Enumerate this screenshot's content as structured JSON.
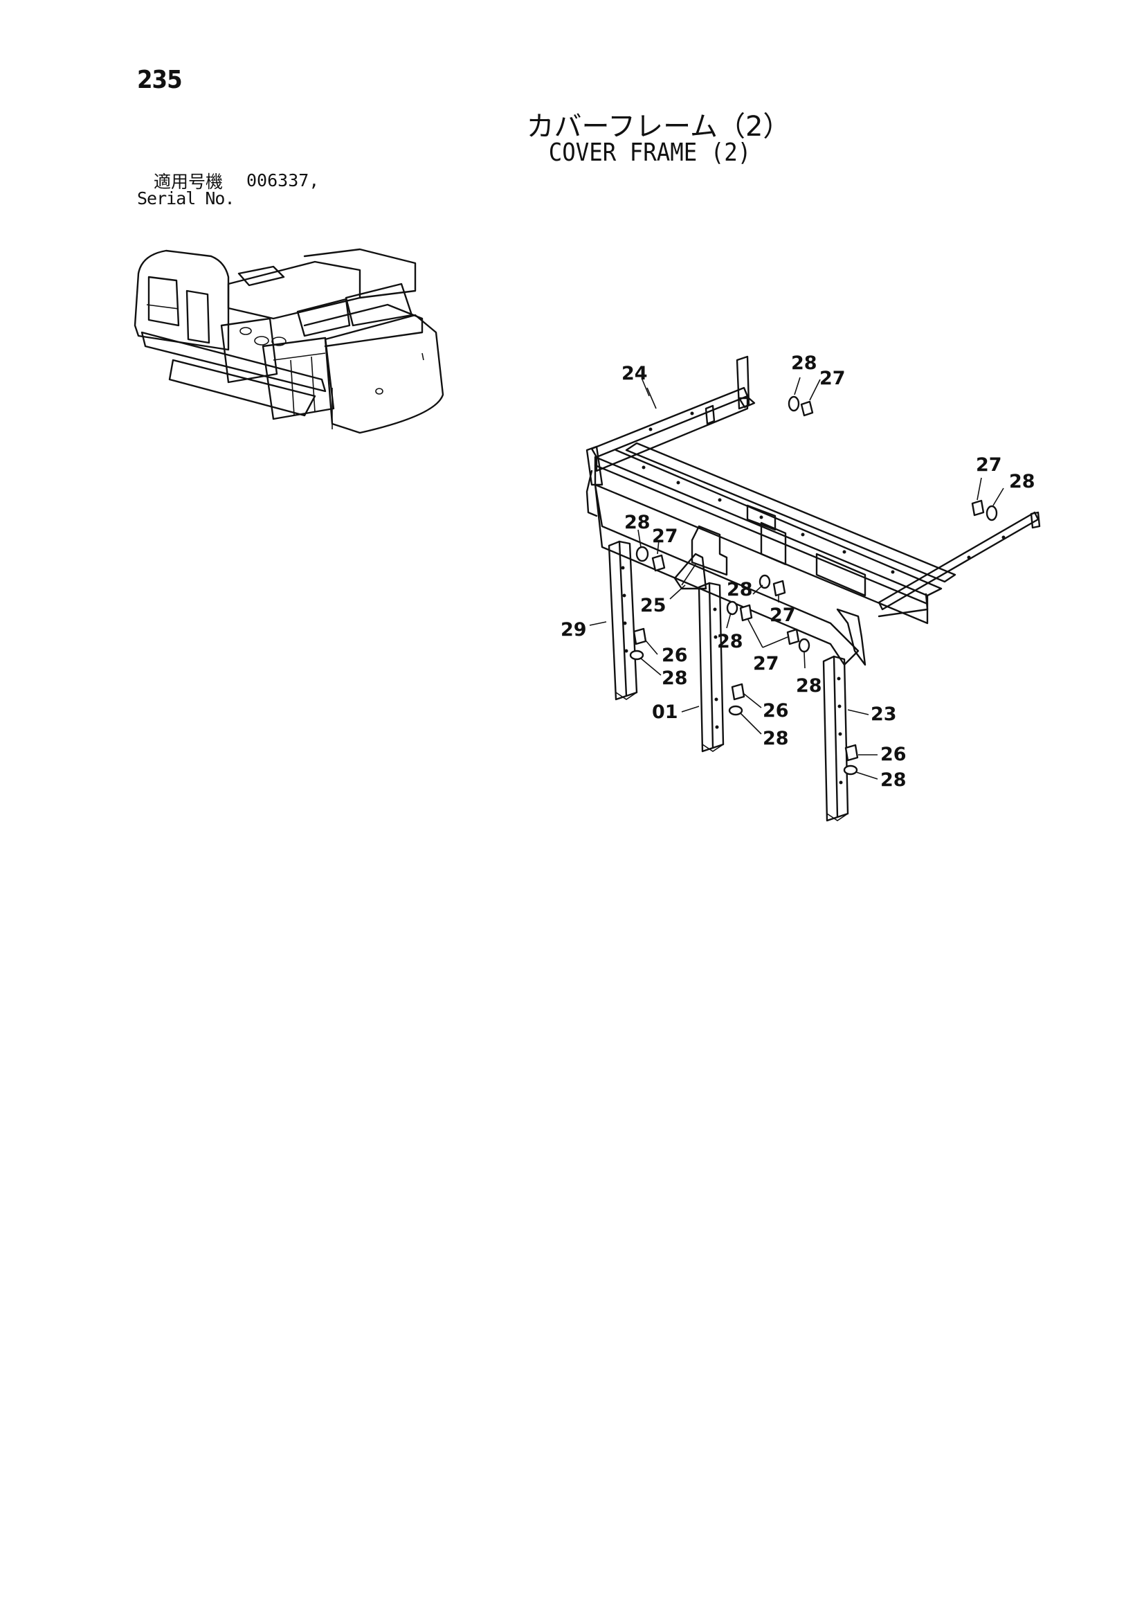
{
  "page": {
    "number": "235",
    "title_jp": "カバーフレーム（2）",
    "title_en": "COVER FRAME (2)",
    "serial_label_jp": "適用号機",
    "serial_value": "006337,",
    "serial_label_en": "Serial No."
  },
  "callouts": [
    {
      "id": "c24",
      "label": "24"
    },
    {
      "id": "c28a",
      "label": "28"
    },
    {
      "id": "c27a",
      "label": "27"
    },
    {
      "id": "c27b",
      "label": "27"
    },
    {
      "id": "c28b",
      "label": "28"
    },
    {
      "id": "c28c",
      "label": "28"
    },
    {
      "id": "c27c",
      "label": "27"
    },
    {
      "id": "c25",
      "label": "25"
    },
    {
      "id": "c28d",
      "label": "28"
    },
    {
      "id": "c27d",
      "label": "27"
    },
    {
      "id": "c29",
      "label": "29"
    },
    {
      "id": "c28e",
      "label": "28"
    },
    {
      "id": "c26a",
      "label": "26"
    },
    {
      "id": "c28f",
      "label": "28"
    },
    {
      "id": "c27e",
      "label": "27"
    },
    {
      "id": "c28g",
      "label": "28"
    },
    {
      "id": "c01",
      "label": "01"
    },
    {
      "id": "c26b",
      "label": "26"
    },
    {
      "id": "c23",
      "label": "23"
    },
    {
      "id": "c28h",
      "label": "28"
    },
    {
      "id": "c26c",
      "label": "26"
    },
    {
      "id": "c28i",
      "label": "28"
    }
  ]
}
